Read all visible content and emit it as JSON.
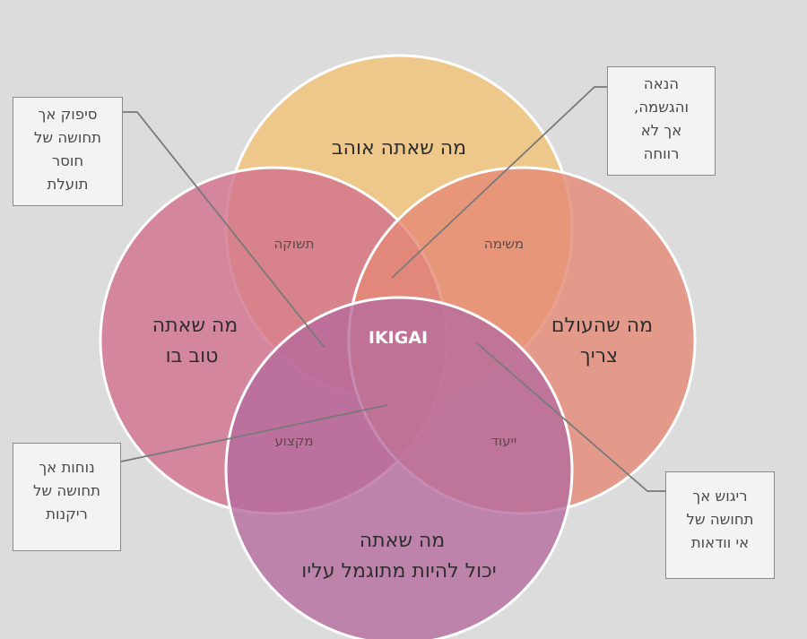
{
  "circles": [
    {
      "id": "love",
      "lines": [
        "מה שאתה אוהב"
      ],
      "color": "#f0c47e"
    },
    {
      "id": "good",
      "lines": [
        "מה שאתה",
        "טוב בו"
      ],
      "color": "#d2708c"
    },
    {
      "id": "world",
      "lines": [
        "מה שהעולם",
        "צריך"
      ],
      "color": "#e58a76"
    },
    {
      "id": "paid",
      "lines": [
        "מה שאתה",
        "יכול להיות מתוגמל עליו"
      ],
      "color": "#b56a9e"
    }
  ],
  "overlaps": {
    "passion": "תשוקה",
    "mission": "משימה",
    "profession": "מקצוע",
    "vocation": "ייעוד"
  },
  "center": "IKIGAI",
  "callouts": {
    "top_left": [
      "סיפוק אך",
      "תחושה של",
      "חוסר",
      "תועלת"
    ],
    "top_right": [
      "הנאה",
      "והגשמה,",
      "אך לא",
      "רווחה"
    ],
    "bottom_left": [
      "נוחות אך",
      "תחושה של",
      "ריקנות"
    ],
    "bottom_right": [
      "ריגוש אך",
      "תחושה של",
      "אי וודאות"
    ]
  },
  "colors": {
    "background": "#dcdcdc",
    "circle_stroke": "#ffffff",
    "leader_line": "#7a7a7a"
  }
}
